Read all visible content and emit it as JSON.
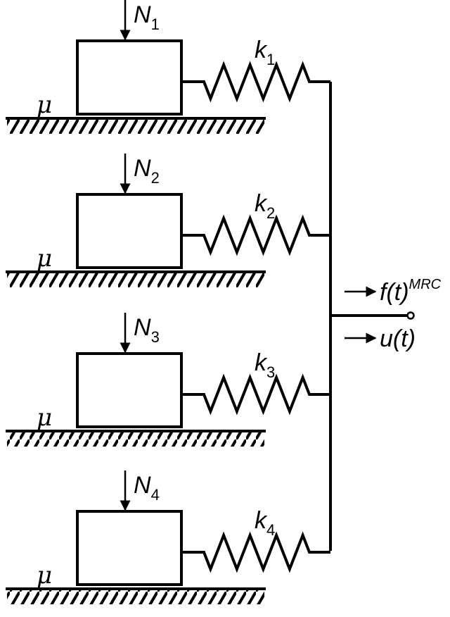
{
  "units": [
    {
      "normal_force": "N",
      "normal_force_sub": "1",
      "spring": "k",
      "spring_sub": "1",
      "friction": "μ"
    },
    {
      "normal_force": "N",
      "normal_force_sub": "2",
      "spring": "k",
      "spring_sub": "2",
      "friction": "μ"
    },
    {
      "normal_force": "N",
      "normal_force_sub": "3",
      "spring": "k",
      "spring_sub": "3",
      "friction": "μ"
    },
    {
      "normal_force": "N",
      "normal_force_sub": "4",
      "spring": "k",
      "spring_sub": "4",
      "friction": "μ"
    }
  ],
  "output": {
    "force_label": "f(t)",
    "force_sup": "MRC",
    "displacement_label": "u(t)"
  }
}
